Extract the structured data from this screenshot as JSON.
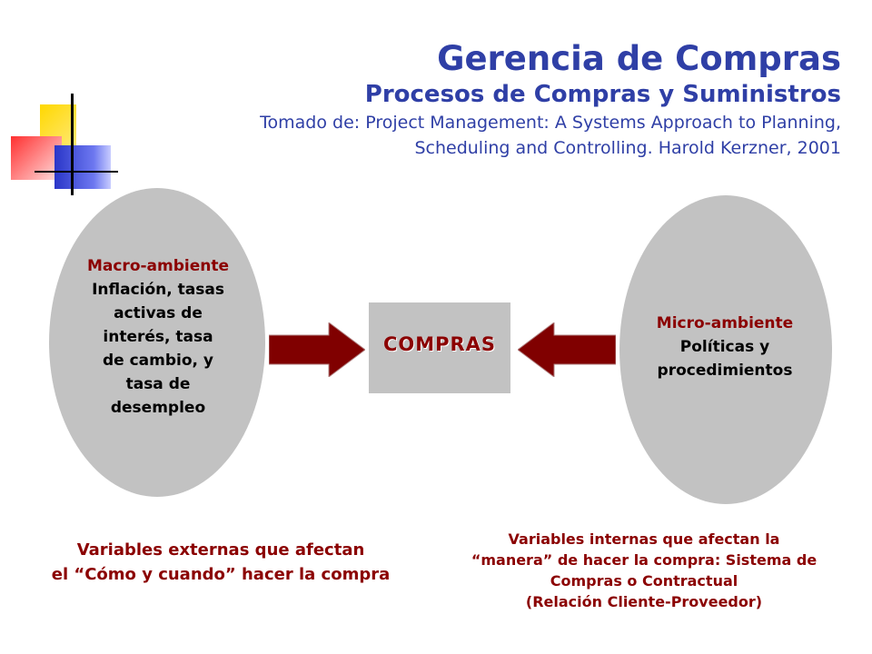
{
  "title": {
    "main": "Gerencia de Compras",
    "subtitle": "Procesos de Compras y Suministros",
    "source_line1": "Tomado de: Project Management: A Systems Approach to Planning,",
    "source_line2": "Scheduling and Controlling. Harold Kerzner, 2001"
  },
  "macro": {
    "heading": "Macro-ambiente",
    "lines": [
      "Inflación, tasas",
      "activas de",
      "interés, tasa",
      "de cambio, y",
      "tasa de",
      "desempleo"
    ]
  },
  "center": {
    "label": "COMPRAS"
  },
  "micro": {
    "heading": "Micro-ambiente",
    "lines": [
      "Políticas y",
      "procedimientos"
    ]
  },
  "captions": {
    "left": [
      "Variables externas que afectan",
      "el “Cómo y cuando” hacer la compra"
    ],
    "right": [
      "Variables internas que afectan la",
      "“manera” de hacer la compra: Sistema de",
      "Compras o Contractual",
      "(Relación Cliente-Proveedor)"
    ]
  },
  "colors": {
    "title": "#2f3fa6",
    "accent": "#8b0000",
    "ellipse": "#c2c2c2",
    "arrow": "#800000"
  }
}
